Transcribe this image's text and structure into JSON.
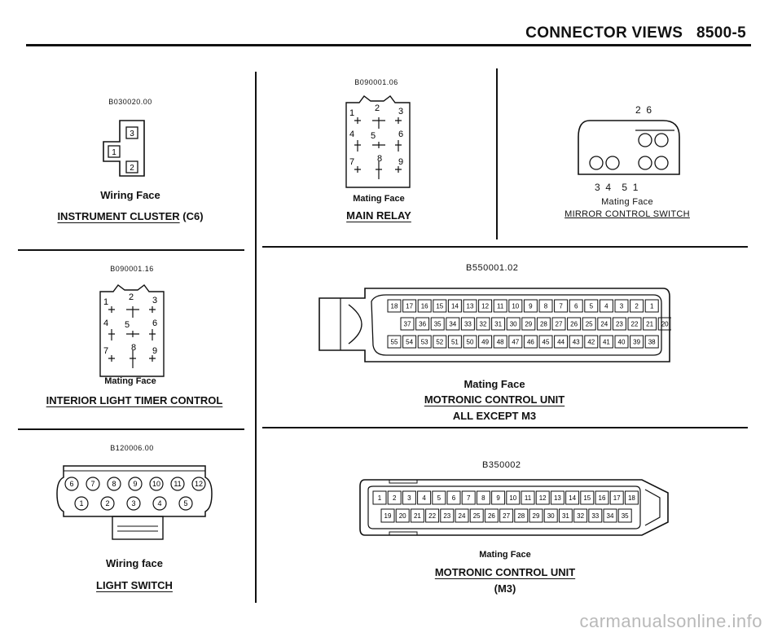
{
  "header": {
    "title": "CONNECTOR VIEWS",
    "page_number": "8500-5"
  },
  "panels": {
    "instrument_cluster": {
      "figure_id": "B030020.00",
      "view_label": "Wiring Face",
      "title": "INSTRUMENT CLUSTER",
      "suffix": "(C6)",
      "pins": [
        "3",
        "1",
        "2"
      ]
    },
    "main_relay": {
      "figure_id": "B090001.06",
      "view_label": "Mating Face",
      "title": "MAIN RELAY",
      "pins": [
        "1",
        "2",
        "3",
        "4",
        "5",
        "6",
        "7",
        "8",
        "9"
      ]
    },
    "mirror_control": {
      "figure_id": "",
      "view_label": "Mating Face",
      "title": "MIRROR CONTROL SWITCH",
      "top_pins": "2  6",
      "bottom_pins": "3  4    5  1"
    },
    "interior_light": {
      "figure_id": "B090001.16",
      "view_label": "Mating Face",
      "title": "INTERIOR LIGHT TIMER CONTROL",
      "pins": [
        "1",
        "2",
        "3",
        "4",
        "5",
        "6",
        "7",
        "8",
        "9"
      ]
    },
    "motronic_all": {
      "figure_id": "B550001.02",
      "view_label": "Mating Face",
      "title": "MOTRONIC CONTROL UNIT",
      "subtitle": "ALL EXCEPT M3",
      "row1": [
        "18",
        "17",
        "16",
        "15",
        "14",
        "13",
        "12",
        "11",
        "10",
        "9",
        "8",
        "7",
        "6",
        "5",
        "4",
        "3",
        "2",
        "1"
      ],
      "row2": [
        "37",
        "36",
        "35",
        "34",
        "33",
        "32",
        "31",
        "30",
        "29",
        "28",
        "27",
        "26",
        "25",
        "24",
        "23",
        "22",
        "21",
        "20"
      ],
      "row3": [
        "55",
        "54",
        "53",
        "52",
        "51",
        "50",
        "49",
        "48",
        "47",
        "46",
        "45",
        "44",
        "43",
        "42",
        "41",
        "40",
        "39",
        "38"
      ]
    },
    "light_switch": {
      "figure_id": "B120006.00",
      "view_label": "Wiring face",
      "title": "LIGHT SWITCH",
      "top_pins": [
        "6",
        "7",
        "8",
        "9",
        "10",
        "11",
        "12"
      ],
      "bottom_pins": [
        "1",
        "2",
        "3",
        "4",
        "5"
      ]
    },
    "motronic_m3": {
      "figure_id": "B350002",
      "view_label": "Mating Face",
      "title": "MOTRONIC CONTROL UNIT",
      "subtitle": "(M3)",
      "row1": [
        "1",
        "2",
        "3",
        "4",
        "5",
        "6",
        "7",
        "8",
        "9",
        "10",
        "11",
        "12",
        "13",
        "14",
        "15",
        "16",
        "17",
        "18"
      ],
      "row2": [
        "19",
        "20",
        "21",
        "22",
        "23",
        "24",
        "25",
        "26",
        "27",
        "28",
        "29",
        "30",
        "31",
        "32",
        "33",
        "34",
        "35"
      ]
    }
  },
  "watermark": "carmanualsonline.info"
}
